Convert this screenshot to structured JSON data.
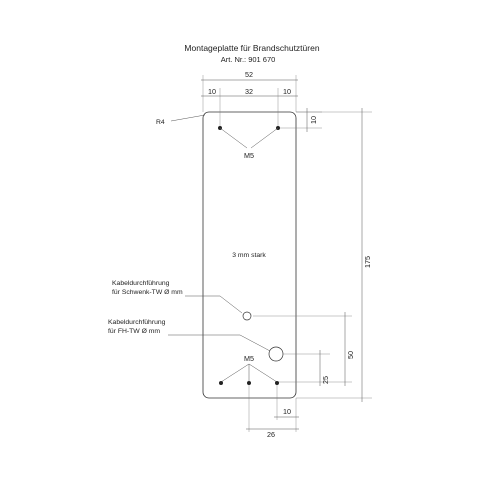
{
  "title": "Montageplatte für Brandschutztüren",
  "article_number": "Art. Nr.: 901 670",
  "dimensions": {
    "overall_width": "52",
    "top_left_offset": "10",
    "top_hole_spacing": "32",
    "top_right_offset": "10",
    "top_vertical_offset": "10",
    "overall_height": "175",
    "corner_radius": "R4",
    "bottom_spacing_50": "50",
    "bottom_spacing_25": "25",
    "bottom_right_offset": "10",
    "bottom_width": "26"
  },
  "labels": {
    "top_thread": "M5",
    "bottom_thread": "M5",
    "thickness": "3 mm stark",
    "cable_swing_line1": "Kabeldurchführung",
    "cable_swing_line2": "für Schwenk-TW Ø mm",
    "cable_fh_line1": "Kabeldurchführung",
    "cable_fh_line2": "für FH-TW Ø mm"
  },
  "colors": {
    "line": "#333333",
    "text": "#222222",
    "background": "#ffffff"
  }
}
